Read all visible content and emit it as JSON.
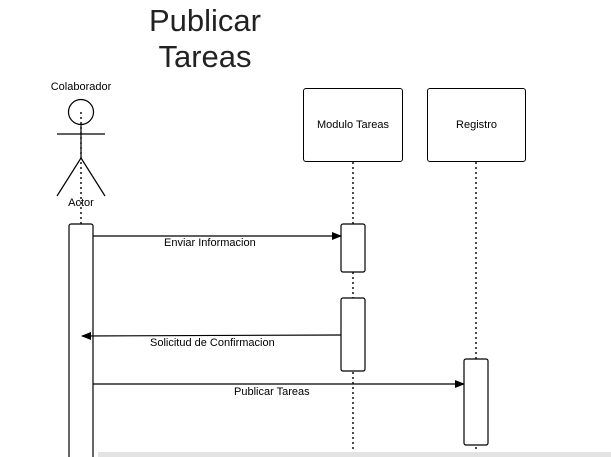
{
  "diagram": {
    "title": "Publicar Tareas",
    "actor": {
      "name": "Colaborador",
      "role": "Actor"
    },
    "lifelines": [
      {
        "id": "modulo",
        "label": "Modulo Tareas"
      },
      {
        "id": "registro",
        "label": "Registro"
      }
    ],
    "messages": [
      {
        "from": "actor",
        "to": "modulo",
        "label": "Enviar Informacion"
      },
      {
        "from": "modulo",
        "to": "actor",
        "label": "Solicitud de Confirmacion"
      },
      {
        "from": "actor",
        "to": "registro",
        "label": "Publicar Tareas"
      }
    ]
  },
  "colors": {
    "line": "#000000",
    "title": "#222222",
    "scrollbar": "#e3e3e3"
  }
}
